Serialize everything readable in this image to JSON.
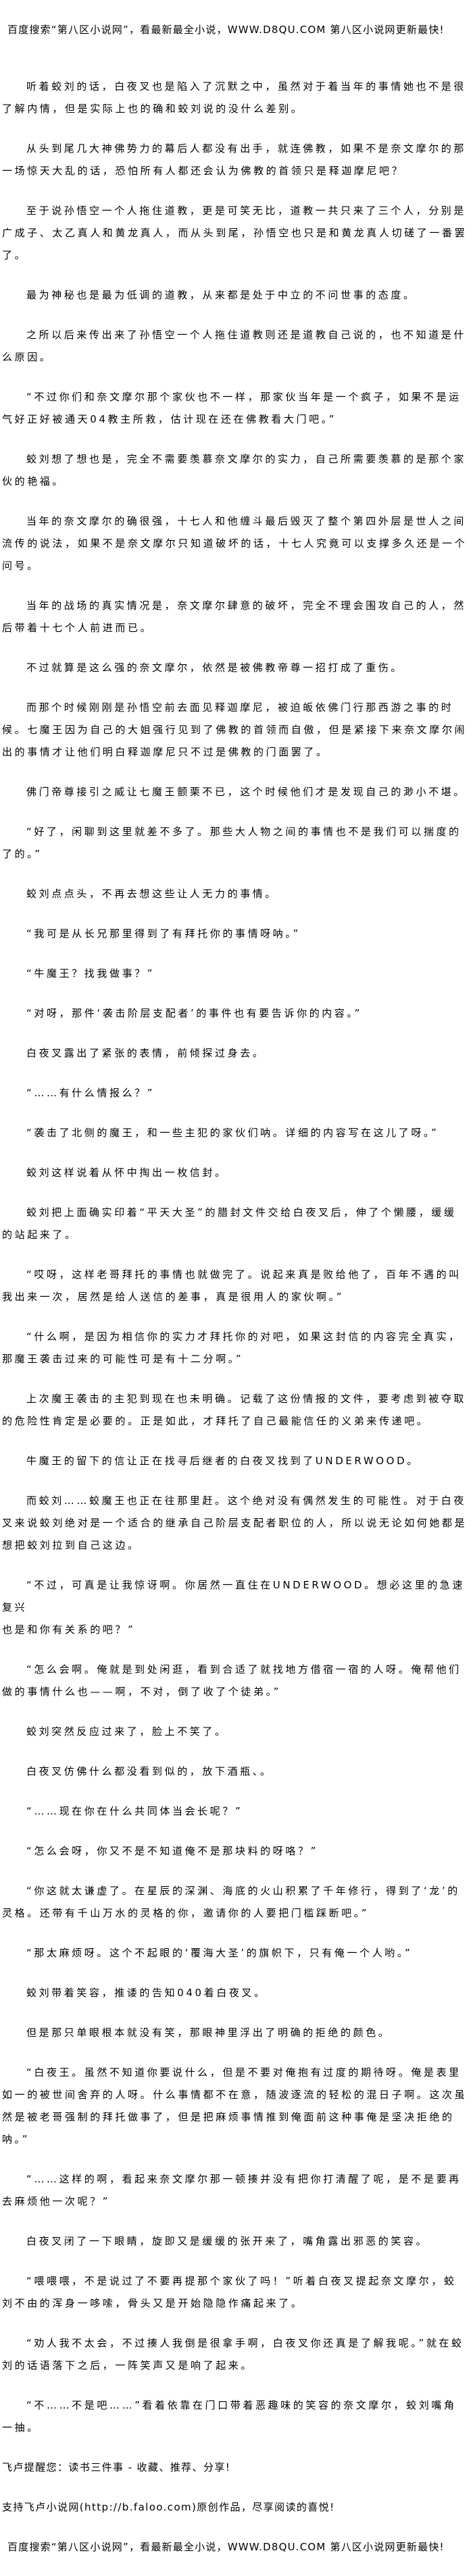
{
  "header": {
    "banner": "百度搜索“第八区小说网”，看最新最全小说，WWW.D8QU.COM   第八区小说网更新最快!"
  },
  "paragraphs": [
    "听着蛟刘的话，白夜叉也是陷入了沉默之中，虽然对于着当年的事情她也不是很了解内情，但是实际上也的确和蛟刘说的没什么差别。",
    "从头到尾几大神佛势力的幕后人都没有出手，就连佛教，如果不是奈文摩尔的那一场惊天大乱的话，恐怕所有人都还会认为佛教的首领只是释迦摩尼吧？",
    "至于说孙悟空一个人拖住道教，更是可笑无比，道教一共只来了三个人，分别是广成子、太乙真人和黄龙真人，而从头到尾，孙悟空也只是和黄龙真人切磋了一番罢了。",
    "最为神秘也是最为低调的道教，从来都是处于中立的不问世事的态度。",
    "之所以后来传出来了孙悟空一个人拖住道教则还是道教自己说的，也不知道是什么原因。",
    "“不过你们和奈文摩尔那个家伙也不一样，那家伙当年是一个疯子，如果不是运气好正好被通天04教主所救，估计现在还在佛教看大门吧。”",
    "蛟刘想了想也是，完全不需要羡慕奈文摩尔的实力，自己所需要羡慕的是那个家伙的艳福。",
    "当年的奈文摩尔的确很强，十七人和他缠斗最后毁灭了整个第四外层是世人之间流传的说法，如果不是奈文摩尔只知道破坏的话，十七人究竟可以支撑多久还是一个问号。",
    "当年的战场的真实情况是，奈文摩尔肆意的破坏，完全不理会围攻自己的人，然后带着十七个人前进而已。",
    "不过就算是这么强的奈文摩尔，依然是被佛教帝尊一招打成了重伤。",
    "而那个时候刚刚是孙悟空前去面见释迦摩尼，被迫皈依佛门行那西游之事的时候。七魔王因为自己的大姐强行见到了佛教的首领而自傲，但是紧接下来奈文摩尔闹出的事情才让他们明白释迦摩尼只不过是佛教的门面罢了。",
    "佛门帝尊接引之威让七魔王颤栗不已，这个时候他们才是发现自己的渺小不堪。",
    "“好了，闲聊到这里就差不多了。那些大人物之间的事情也不是我们可以揣度的了的。”",
    "蛟刘点点头，不再去想这些让人无力的事情。",
    "“我可是从长兄那里得到了有拜托你的事情呀呐。”",
    "“牛魔王？找我做事？”",
    "“对呀，那件‘袭击阶层支配者’的事件也有要告诉你的内容。”",
    "白夜叉露出了紧张的表情，前倾探过身去。",
    "“……有什么情报么？”",
    "“袭击了北侧的魔王，和一些主犯的家伙们呐。详细的内容写在这儿了呀。”",
    "蛟刘这样说着从怀中掏出一枚信封。",
    "蛟刘把上面确实印着“平天大圣”的腊封文件交给白夜叉后，伸了个懒腰，缓缓的站起来了。",
    "“哎呀，这样老哥拜托的事情也就做完了。说起来真是败给他了，百年不遇的叫我出来一次，居然是给人送信的差事，真是很用人的家伙啊。”",
    "“什么啊，是因为相信你的实力才拜托你的对吧，如果这封信的内容完全真实，那魔王袭击过来的可能性可是有十二分啊。”",
    "上次魔王袭击的主犯到现在也未明确。记载了这份情报的文件，要考虑到被夺取的危险性肯定是必要的。正是如此，才拜托了自己最能信任的义弟来传递吧。",
    "牛魔王的留下的信让正在找寻后继者的白夜叉找到了UNDERWOOD。",
    "而蛟刘……蛟魔王也正在往那里赶。这个绝对没有偶然发生的可能性。对于白夜叉来说蛟刘绝对是一个适合的继承自己阶层支配者职位的人，所以说无论如何她都是想把蛟刘拉到自己这边。",
    "“不过，可真是让我惊讶啊。你居然一直住在UNDERWOOD。想必这里的急速复兴\n也是和你有关系的吧？”",
    "“怎么会啊。俺就是到处闲逛，看到合适了就找地方借宿一宿的人呀。俺帮他们做的事情什么也——啊，不对，倒了收了个徒弟。”",
    "蛟刘突然反应过来了，脸上不笑了。",
    "白夜叉仿佛什么都没看到似的，放下酒瓶、。",
    "“……现在你在什么共同体当会长呢？”",
    "“怎么会呀，你又不是不知道俺不是那块料的呀咯？”",
    "“你这就太谦虚了。在星辰的深渊、海底的火山积累了千年修行，得到了‘龙’的灵格。还带有千山万水的灵格的你，邀请你的人要把门槛踩断吧。”",
    "“那太麻烦呀。这个不起眼的‘覆海大圣’的旗帜下，只有俺一个人哟。”",
    "蛟刘带着笑容，推诿的告知040着白夜叉。",
    "但是那只单眼根本就没有笑，那眼神里浮出了明确的拒绝的颜色。",
    "“白夜王。虽然不知道你要说什么，但是不要对俺抱有过度的期待呀。俺是表里如一的被世间舍弃的人呀。什么事情都不在意，随波逐流的轻松的混日子啊。这次虽然是被老哥强制的拜托做事了，但是把麻烦事情推到俺面前这种事俺是坚决拒绝的呐。”",
    "“……这样的啊，看起来奈文摩尔那一顿揍并没有把你打清醒了呢，是不是要再去麻烦他一次呢？”",
    "白夜叉闭了一下眼睛，旋即又是缓缓的张开来了，嘴角露出邪恶的笑容。",
    "“喂喂喂，不是说过了不要再提那个家伙了吗！”听着白夜叉提起奈文摩尔，蛟刘不由的浑身一哆嗦，骨头又是开始隐隐作痛起来了。",
    "“劝人我不太会，不过揍人我倒是很拿手啊，白夜叉你还真是了解我呢。”就在蛟刘的话语落下之后，一阵笑声又是响了起来。",
    "“不……不是吧……”看着依靠在门口带着恶趣味的笑容的奈文摩尔，蛟刘嘴角一抽。"
  ],
  "footer": {
    "reminder": "飞卢提醒您：读书三件事 - 收藏、推荐、分享!",
    "support": "支持飞卢小说网(http://b.faloo.com)原创作品，尽享阅读的喜悦!",
    "banner": "百度搜索“第八区小说网”，看最新最全小说，WWW.D8QU.COM   第八区小说网更新最快!"
  }
}
